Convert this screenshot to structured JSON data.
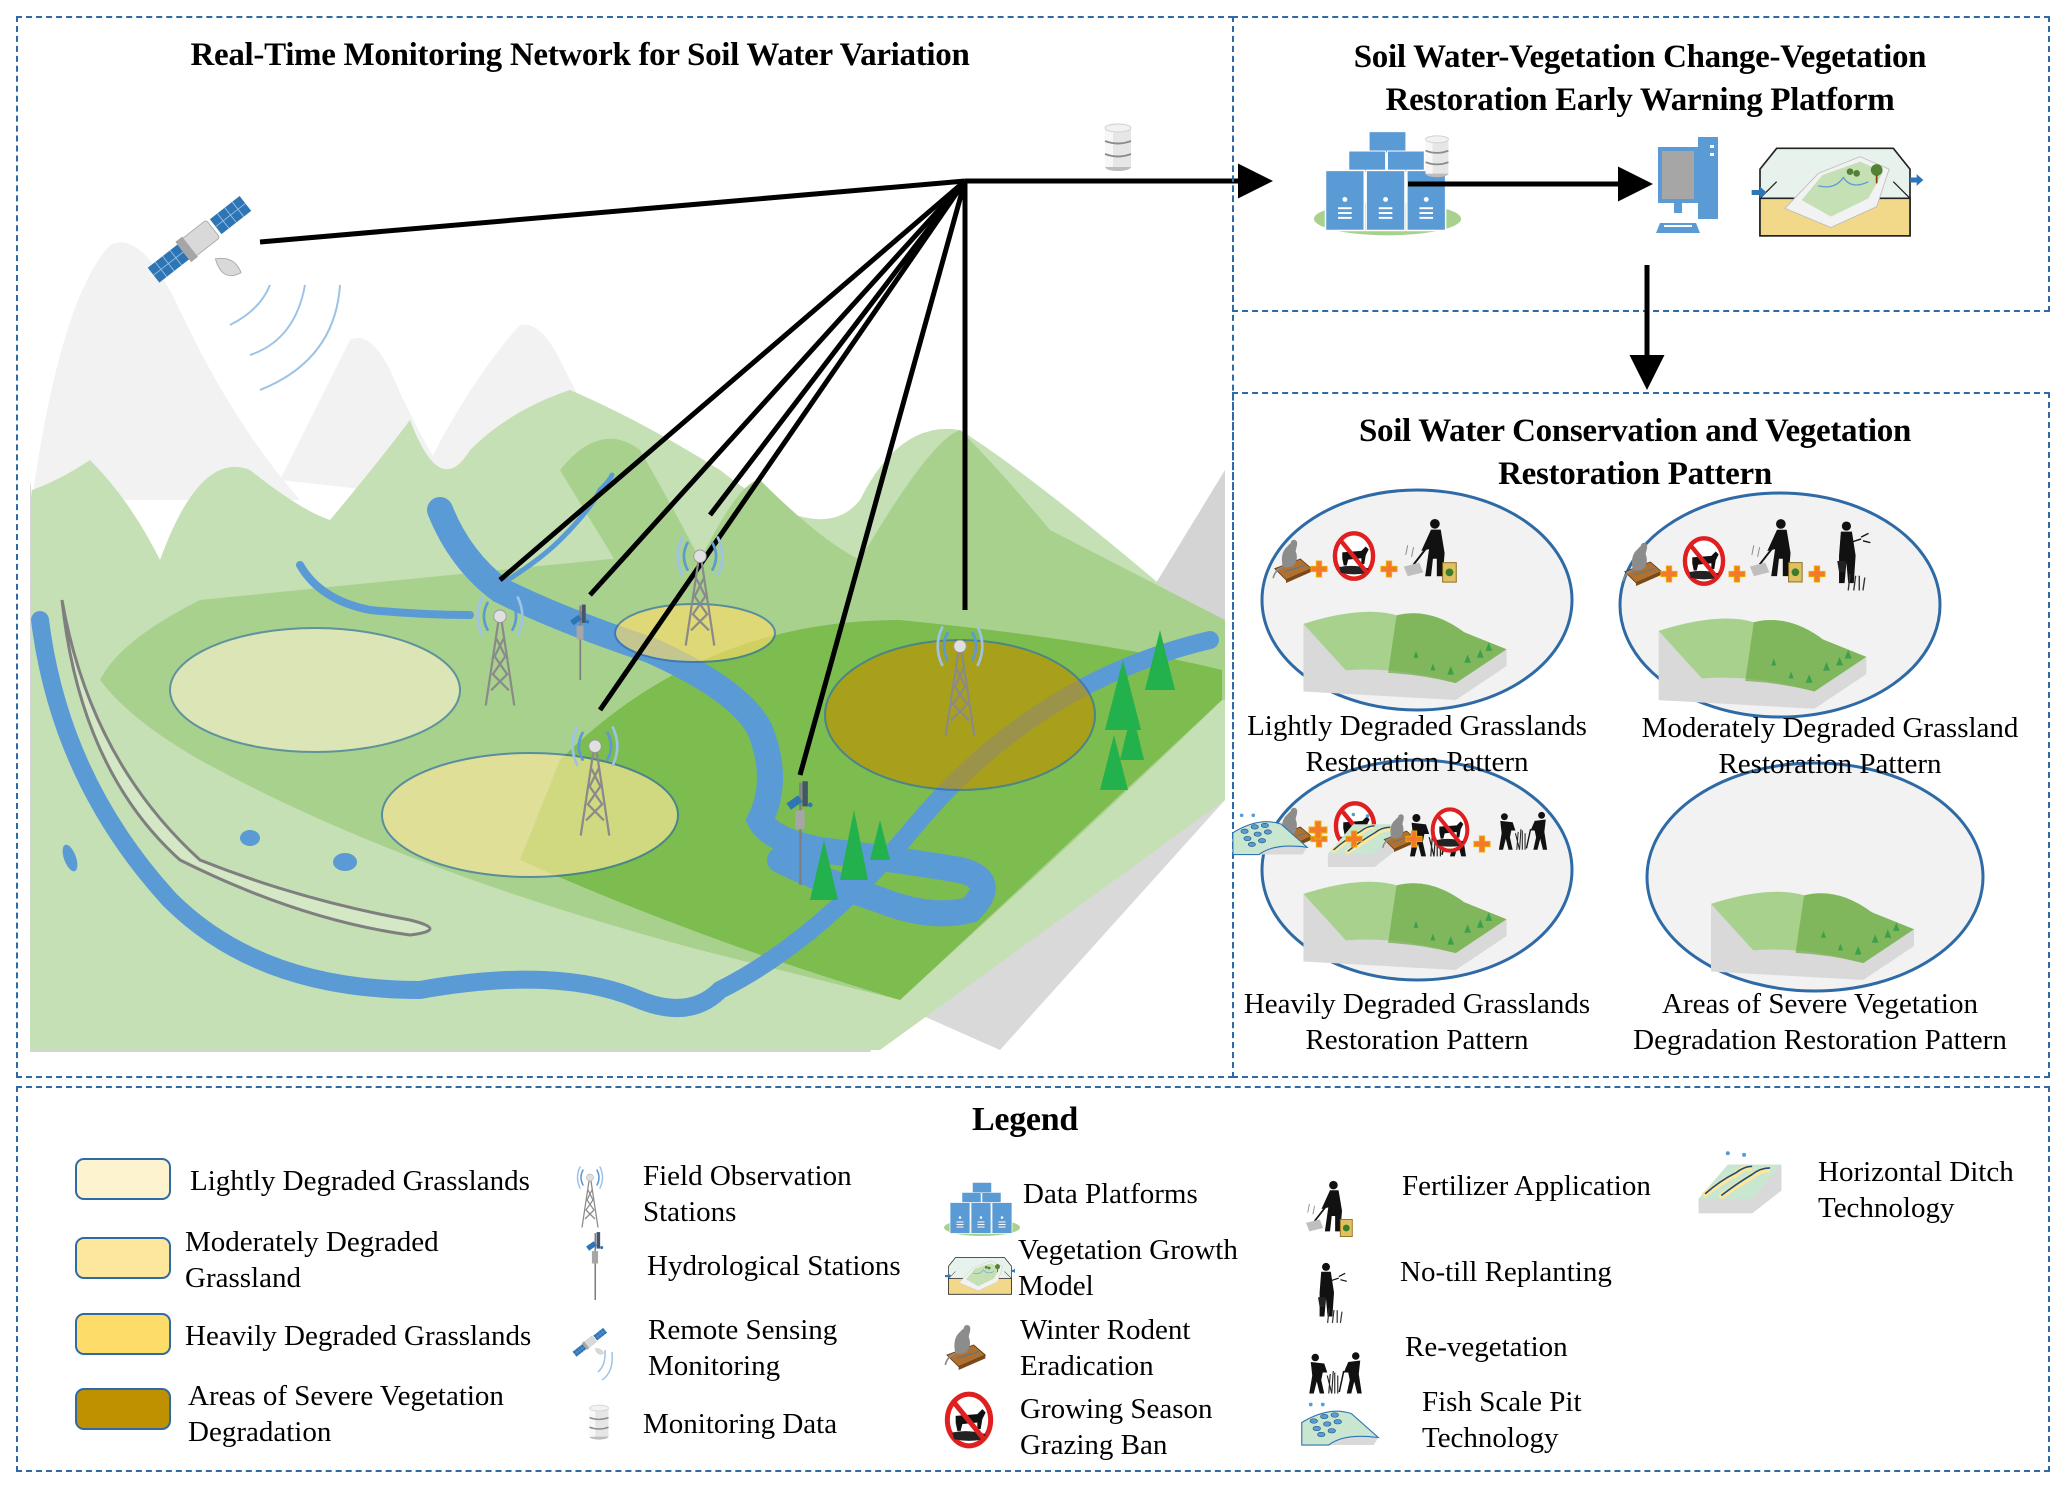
{
  "monitoring_network": {
    "title": "Real-Time Monitoring Network for Soil Water Variation"
  },
  "early_warning": {
    "title_line1": "Soil Water-Vegetation Change-Vegetation",
    "title_line2": "Restoration Early Warning Platform"
  },
  "restoration": {
    "title_line1": "Soil Water Conservation and Vegetation",
    "title_line2": "Restoration Pattern",
    "patterns": [
      {
        "line1": "Lightly Degraded Grasslands",
        "line2": "Restoration Pattern",
        "measures": [
          "winter-rodent-eradication",
          "growing-season-grazing-ban",
          "fertilizer-application"
        ]
      },
      {
        "line1": "Moderately Degraded Grassland",
        "line2": "Restoration Pattern",
        "measures": [
          "winter-rodent-eradication",
          "growing-season-grazing-ban",
          "fertilizer-application",
          "no-till-replanting"
        ]
      },
      {
        "line1": "Heavily Degraded Grasslands",
        "line2": "Restoration Pattern",
        "measures": [
          "winter-rodent-eradication",
          "growing-season-grazing-ban",
          "re-vegetation"
        ]
      },
      {
        "line1": "Areas of Severe Vegetation",
        "line2": "Degradation Restoration Pattern",
        "measures": [
          "fish-scale-pit-technology",
          "horizontal-ditch-technology",
          "winter-rodent-eradication",
          "growing-season-grazing-ban",
          "re-vegetation"
        ]
      }
    ],
    "plus_symbol": "+"
  },
  "legend": {
    "title": "Legend",
    "zones": [
      {
        "label": "Lightly Degraded Grasslands",
        "color": "#fdf3cf"
      },
      {
        "line1": "Moderately Degraded",
        "line2": "Grassland",
        "color": "#fde79c"
      },
      {
        "label": "Heavily Degraded Grasslands",
        "color": "#fddc6a"
      },
      {
        "line1": "Areas of Severe Vegetation",
        "line2": "Degradation",
        "color": "#bf9000"
      }
    ],
    "stations": [
      {
        "line1": "Field Observation",
        "line2": "Stations"
      },
      {
        "label": "Hydrological Stations"
      },
      {
        "line1": "Remote Sensing",
        "line2": "Monitoring"
      },
      {
        "label": "Monitoring Data"
      }
    ],
    "platform": [
      {
        "label": "Data Platforms"
      },
      {
        "line1": "Vegetation Growth",
        "line2": "Model"
      },
      {
        "line1": "Winter Rodent",
        "line2": "Eradication"
      },
      {
        "line1": "Growing Season",
        "line2": "Grazing Ban"
      }
    ],
    "measures": [
      {
        "label": "Fertilizer Application"
      },
      {
        "label": "No-till Replanting"
      },
      {
        "label": "Re-vegetation"
      },
      {
        "line1": "Fish Scale Pit",
        "line2": "Technology"
      }
    ],
    "extra": [
      {
        "line1": "Horizontal Ditch",
        "line2": "Technology"
      }
    ]
  },
  "colors": {
    "panel_border": "#2e6aa6",
    "water": "#5b9bd5",
    "server": "#5b9bd5",
    "grass_light": "#c5e0b4",
    "grass_mid": "#a9d18e",
    "grass_bright": "#70ad47",
    "plus": "#f4792b",
    "ban_red": "#e02020"
  }
}
